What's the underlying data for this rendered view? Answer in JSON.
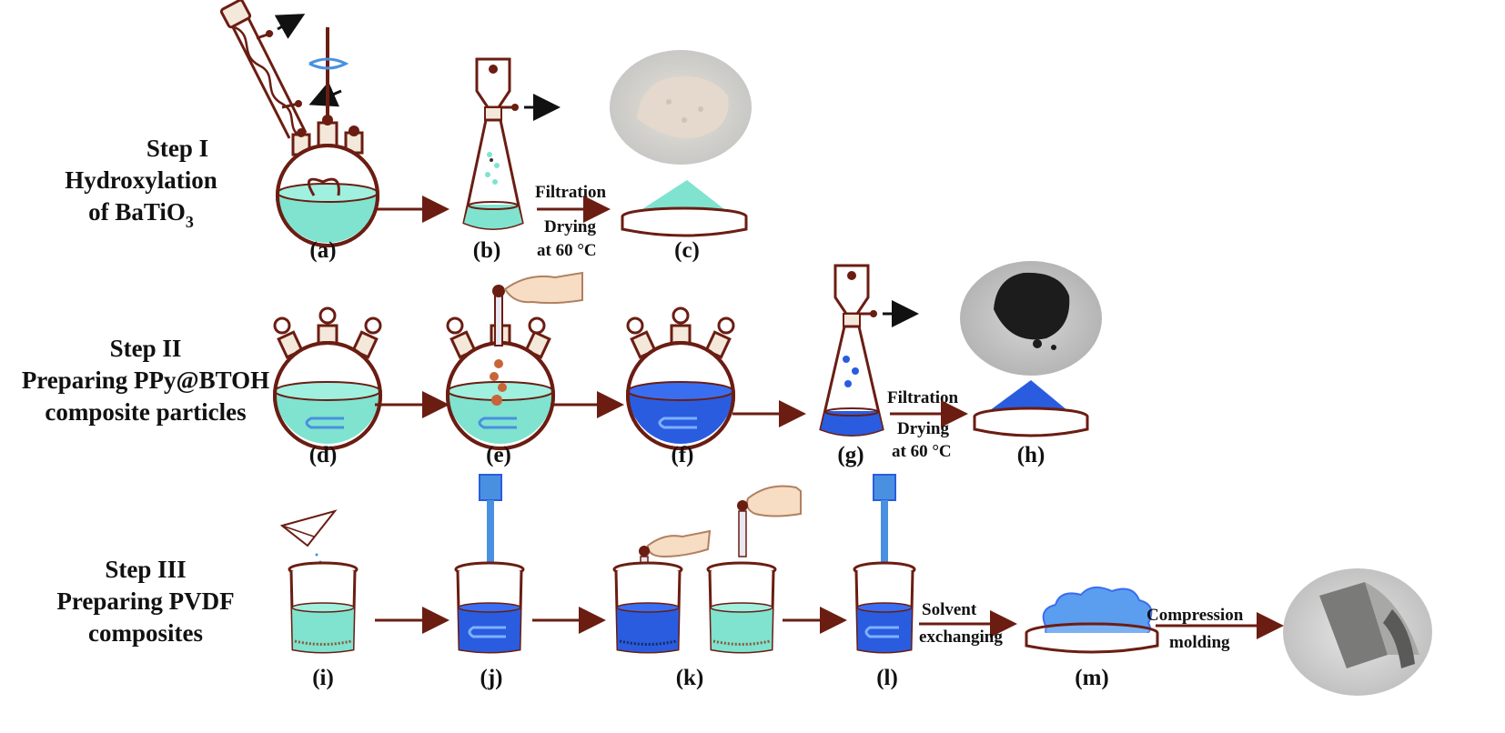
{
  "steps": [
    {
      "title_lines": [
        "Step I",
        "Hydroxylation",
        "of BaTiO"
      ],
      "subscript": "3"
    },
    {
      "title_lines": [
        "Step II",
        "Preparing PPy@BTOH",
        "composite particles"
      ]
    },
    {
      "title_lines": [
        "Step III",
        "Preparing PVDF",
        "composites"
      ]
    }
  ],
  "labels": {
    "a": "(a)",
    "b": "(b)",
    "c": "(c)",
    "d": "(d)",
    "e": "(e)",
    "f": "(f)",
    "g": "(g)",
    "h": "(h)",
    "i": "(i)",
    "j": "(j)",
    "k": "(k)",
    "l": "(l)",
    "m": "(m)"
  },
  "arrow_labels": {
    "filtration_1": "Filtration",
    "drying_1a": "Drying",
    "drying_1b": "at 60 °C",
    "filtration_2": "Filtration",
    "drying_2a": "Drying",
    "drying_2b": "at 60 °C",
    "solvent_a": "Solvent",
    "solvent_b": "exchanging",
    "compression_a": "Compression",
    "compression_b": "molding"
  },
  "colors": {
    "cyan_liquid": "#7fe3cf",
    "blue_liquid": "#2a5ce0",
    "arrow": "#6b1d12",
    "glass_outline": "#6b1d12",
    "white_powder_photo": "#d9cfc2",
    "black_powder_photo": "#1c1c1c",
    "film_photo": "#8a8a88"
  }
}
